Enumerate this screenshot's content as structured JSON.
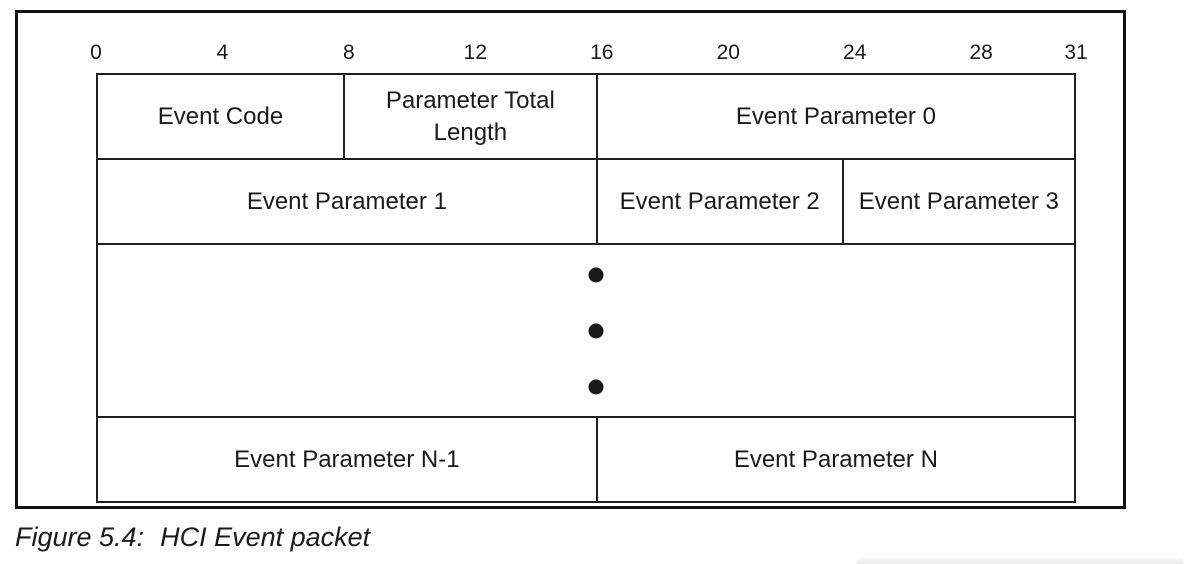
{
  "figure": {
    "caption": {
      "prefix": "Figure 5.4:",
      "title": "HCI Event packet"
    }
  },
  "bit_scale": {
    "labels": [
      "0",
      "4",
      "8",
      "12",
      "16",
      "20",
      "24",
      "28",
      "31"
    ]
  },
  "packet": {
    "rows": [
      {
        "cells": [
          {
            "label": "Event Code"
          },
          {
            "label": "Parameter Total Length"
          },
          {
            "label": "Event Parameter 0"
          }
        ]
      },
      {
        "cells": [
          {
            "label": "Event Parameter 1"
          },
          {
            "label": "Event Parameter 2"
          },
          {
            "label": "Event Parameter 3"
          }
        ]
      },
      {
        "continuation": "vertical-ellipsis"
      },
      {
        "cells": [
          {
            "label": "Event Parameter N-1"
          },
          {
            "label": "Event Parameter N"
          }
        ]
      }
    ]
  },
  "colors": {
    "line": "#1f1f1f",
    "frame": "#111111",
    "text": "#1a1a1a",
    "background": "#ffffff"
  }
}
